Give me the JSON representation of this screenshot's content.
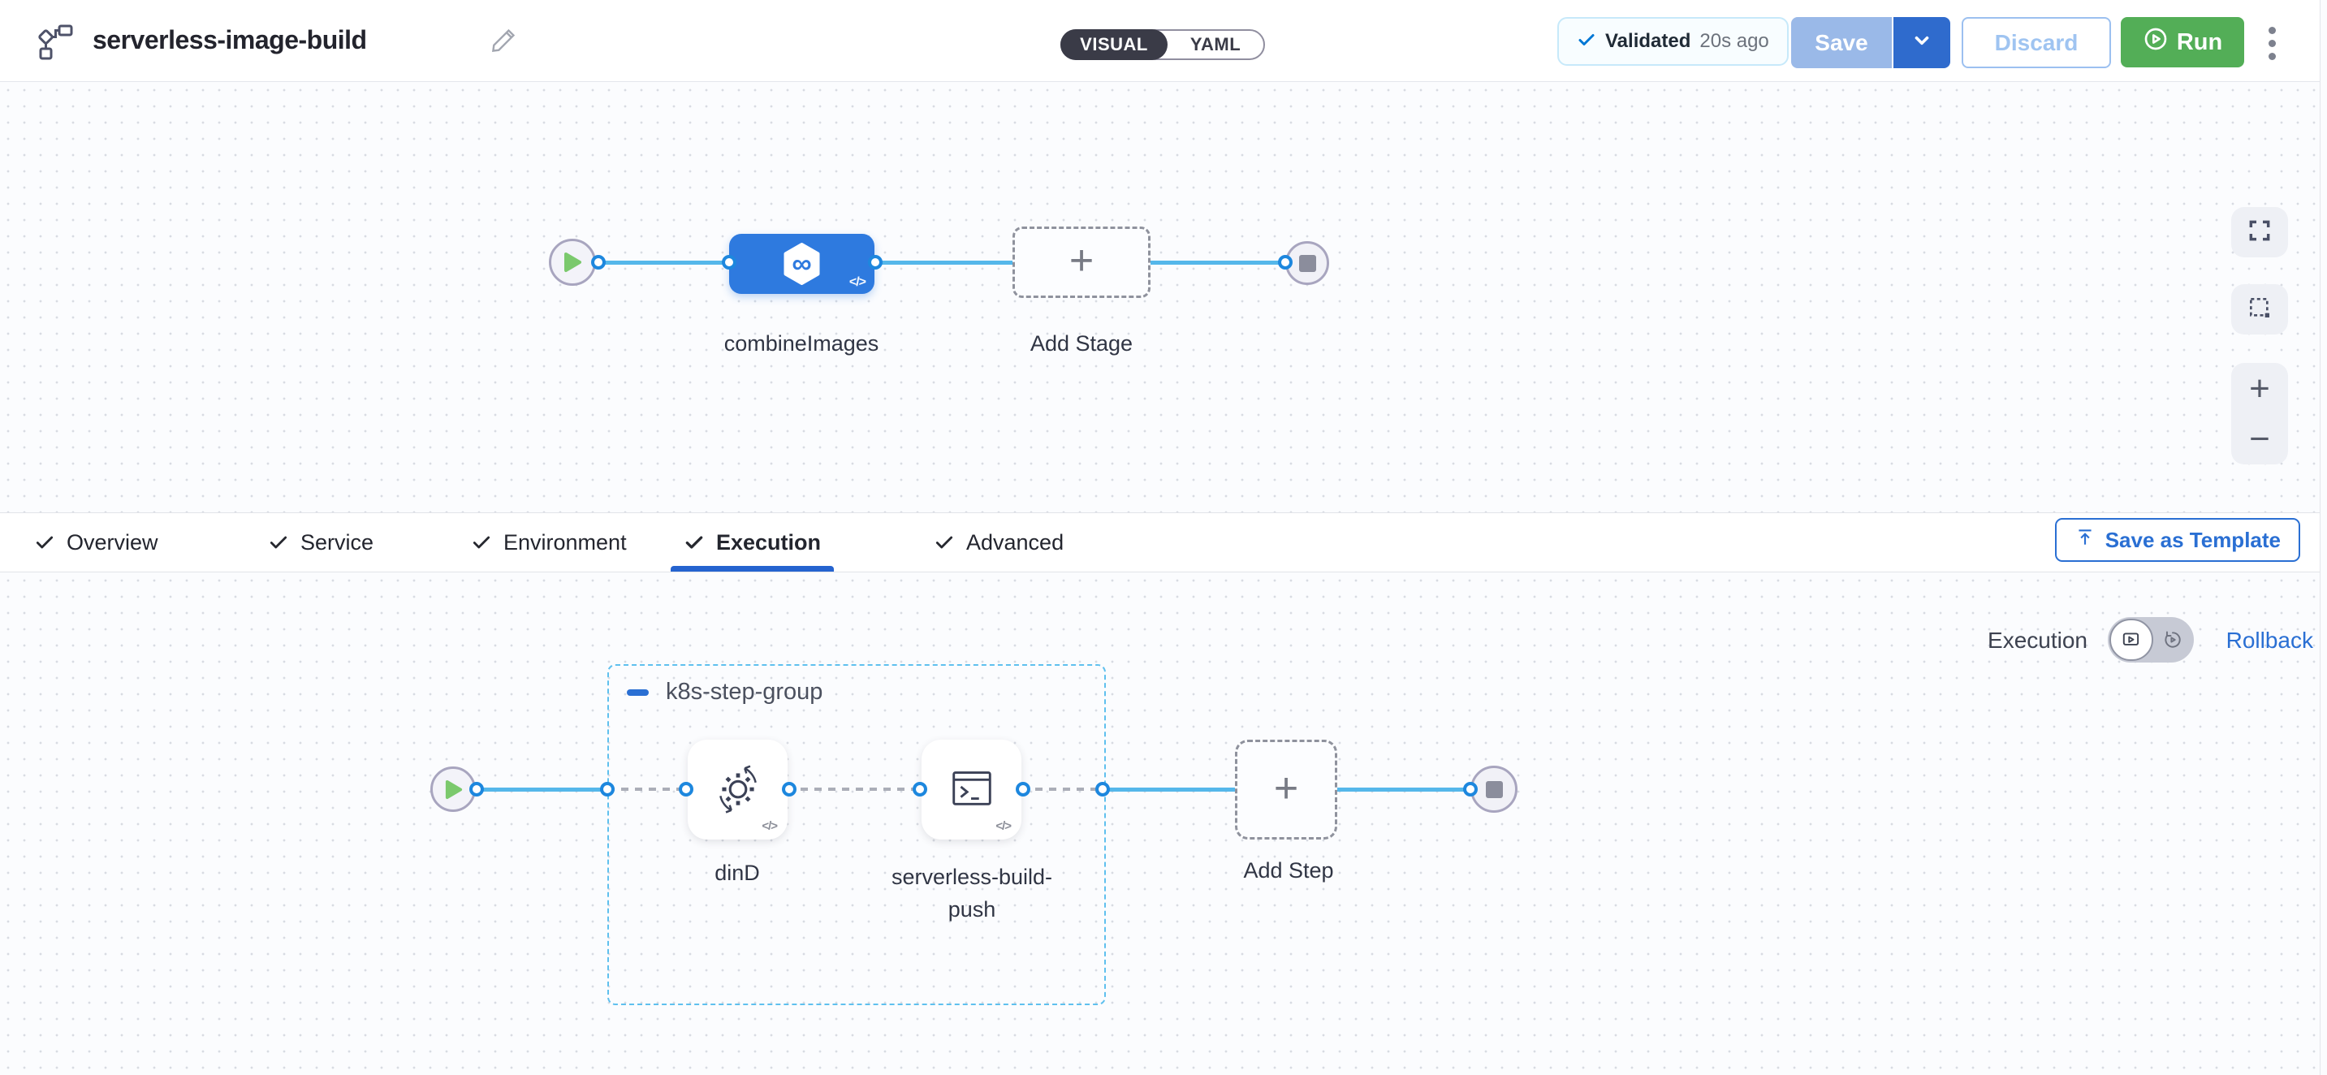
{
  "header": {
    "title": "serverless-image-build",
    "mode_toggle": {
      "visual": "VISUAL",
      "yaml": "YAML"
    },
    "validated_badge": {
      "label": "Validated",
      "time": "20s ago"
    },
    "save_button": "Save",
    "discard_button": "Discard",
    "run_button": "Run"
  },
  "stage_canvas": {
    "stage_name": "combineImages",
    "add_stage": "Add Stage"
  },
  "tab_bar": {
    "tabs": [
      {
        "label": "Overview",
        "checked": true,
        "active": false
      },
      {
        "label": "Service",
        "checked": true,
        "active": false
      },
      {
        "label": "Environment",
        "checked": true,
        "active": false
      },
      {
        "label": "Execution",
        "checked": true,
        "active": true
      },
      {
        "label": "Advanced",
        "checked": true,
        "active": false
      }
    ],
    "save_as_template": "Save as Template"
  },
  "execution_canvas": {
    "view_label": "Execution",
    "rollback_link": "Rollback",
    "step_group": {
      "name": "k8s-step-group",
      "steps": [
        {
          "name": "dinD"
        },
        {
          "name": "serverless-build-push"
        }
      ]
    },
    "add_step": "Add Step"
  },
  "icons": {
    "code": "</>",
    "plus": "+",
    "zoom_in": "+",
    "zoom_out": "−",
    "infinity": "∞"
  },
  "colors": {
    "accent_blue": "#2a6fd3",
    "node_blue": "#2e7adf",
    "connector_blue": "#1d87de",
    "line_blue": "#55b7ea",
    "run_green": "#53ae57",
    "play_green": "#7bc96d",
    "validated_check_blue": "#0278d5",
    "toggle_dark": "#3a3b47"
  }
}
